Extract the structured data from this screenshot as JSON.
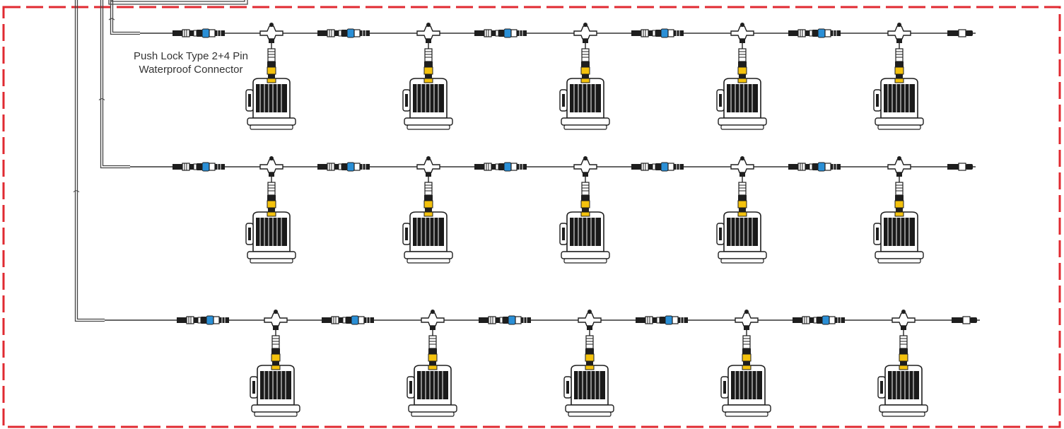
{
  "annotation": {
    "line1": "Push Lock Type 2+4 Pin",
    "line2": "Waterproof Connector"
  },
  "colors": {
    "zone_border": "#e02a31",
    "cable": "#333333",
    "plug_body": "#1e1e1e",
    "locking_sleeve": "#2a8fd6",
    "driver_collar": "#f4c20d",
    "fixture_body": "#1a1a1a"
  },
  "layout": {
    "runs": 3,
    "fixtures_per_run": 5
  }
}
